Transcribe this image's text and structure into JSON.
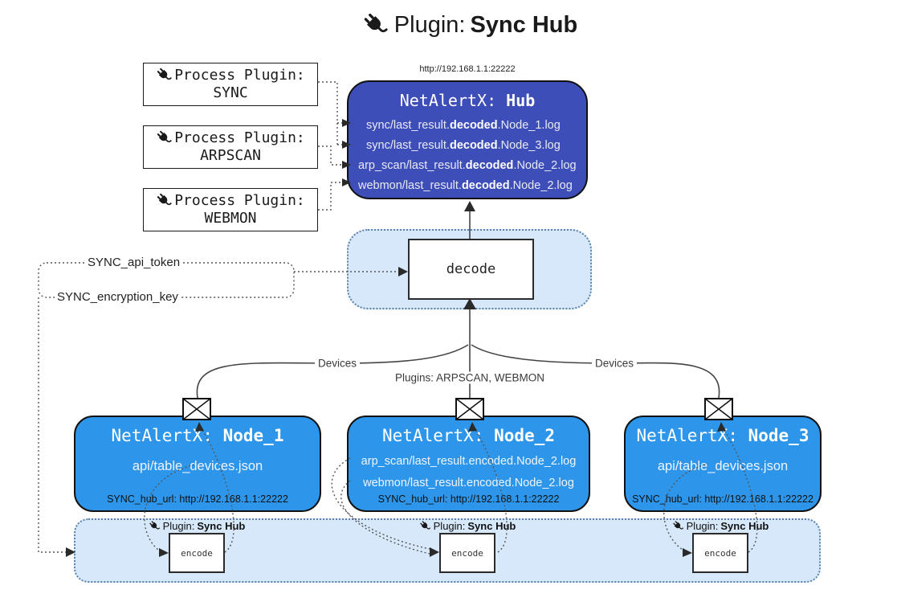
{
  "title": {
    "prefix": "Plugin:",
    "name": "Sync Hub"
  },
  "hub": {
    "url_label": "http://192.168.1.1:22222",
    "title_prefix": "NetAlertX: ",
    "title_name": "Hub",
    "logs": [
      {
        "pre": "sync/last_result.",
        "mid": "decoded",
        "post": ".Node_1.log"
      },
      {
        "pre": "sync/last_result.",
        "mid": "decoded",
        "post": ".Node_3.log"
      },
      {
        "pre": "arp_scan/last_result.",
        "mid": "decoded",
        "post": ".Node_2.log"
      },
      {
        "pre": "webmon/last_result.",
        "mid": "decoded",
        "post": ".Node_2.log"
      }
    ]
  },
  "process_plugins": [
    {
      "label": "Process Plugin:",
      "name": "SYNC"
    },
    {
      "label": "Process Plugin:",
      "name": "ARPSCAN"
    },
    {
      "label": "Process Plugin:",
      "name": "WEBMON"
    }
  ],
  "decode": {
    "label": "decode"
  },
  "secrets": {
    "api_token": "SYNC_api_token",
    "encryption_key": "SYNC_encryption_key"
  },
  "edges": {
    "devices_left": "Devices",
    "devices_right": "Devices",
    "plugins_center": "Plugins: ARPSCAN, WEBMON"
  },
  "nodes": [
    {
      "title_prefix": "NetAlertX: ",
      "title_name": "Node_1",
      "files": [
        "api/table_devices.json"
      ],
      "hub_url": "SYNC_hub_url: http://192.168.1.1:22222"
    },
    {
      "title_prefix": "NetAlertX: ",
      "title_name": "Node_2",
      "files": [
        "arp_scan/last_result.encoded.Node_2.log",
        "webmon/last_result.encoded.Node_2.log"
      ],
      "hub_url": "SYNC_hub_url: http://192.168.1.1:22222"
    },
    {
      "title_prefix": "NetAlertX: ",
      "title_name": "Node_3",
      "files": [
        "api/table_devices.json"
      ],
      "hub_url": "SYNC_hub_url: http://192.168.1.1:22222"
    }
  ],
  "encoders": [
    {
      "plugin_label": "Plugin: ",
      "plugin_name": "Sync Hub",
      "box_label": "encode"
    },
    {
      "plugin_label": "Plugin: ",
      "plugin_name": "Sync Hub",
      "box_label": "encode"
    },
    {
      "plugin_label": "Plugin: ",
      "plugin_name": "Sync Hub",
      "box_label": "encode"
    }
  ],
  "colors": {
    "hub_bg": "#3e4eb8",
    "node_bg": "#2e96ea",
    "container_bg": "#d6e8fa",
    "container_border": "#5b82aa",
    "line": "#444444"
  }
}
